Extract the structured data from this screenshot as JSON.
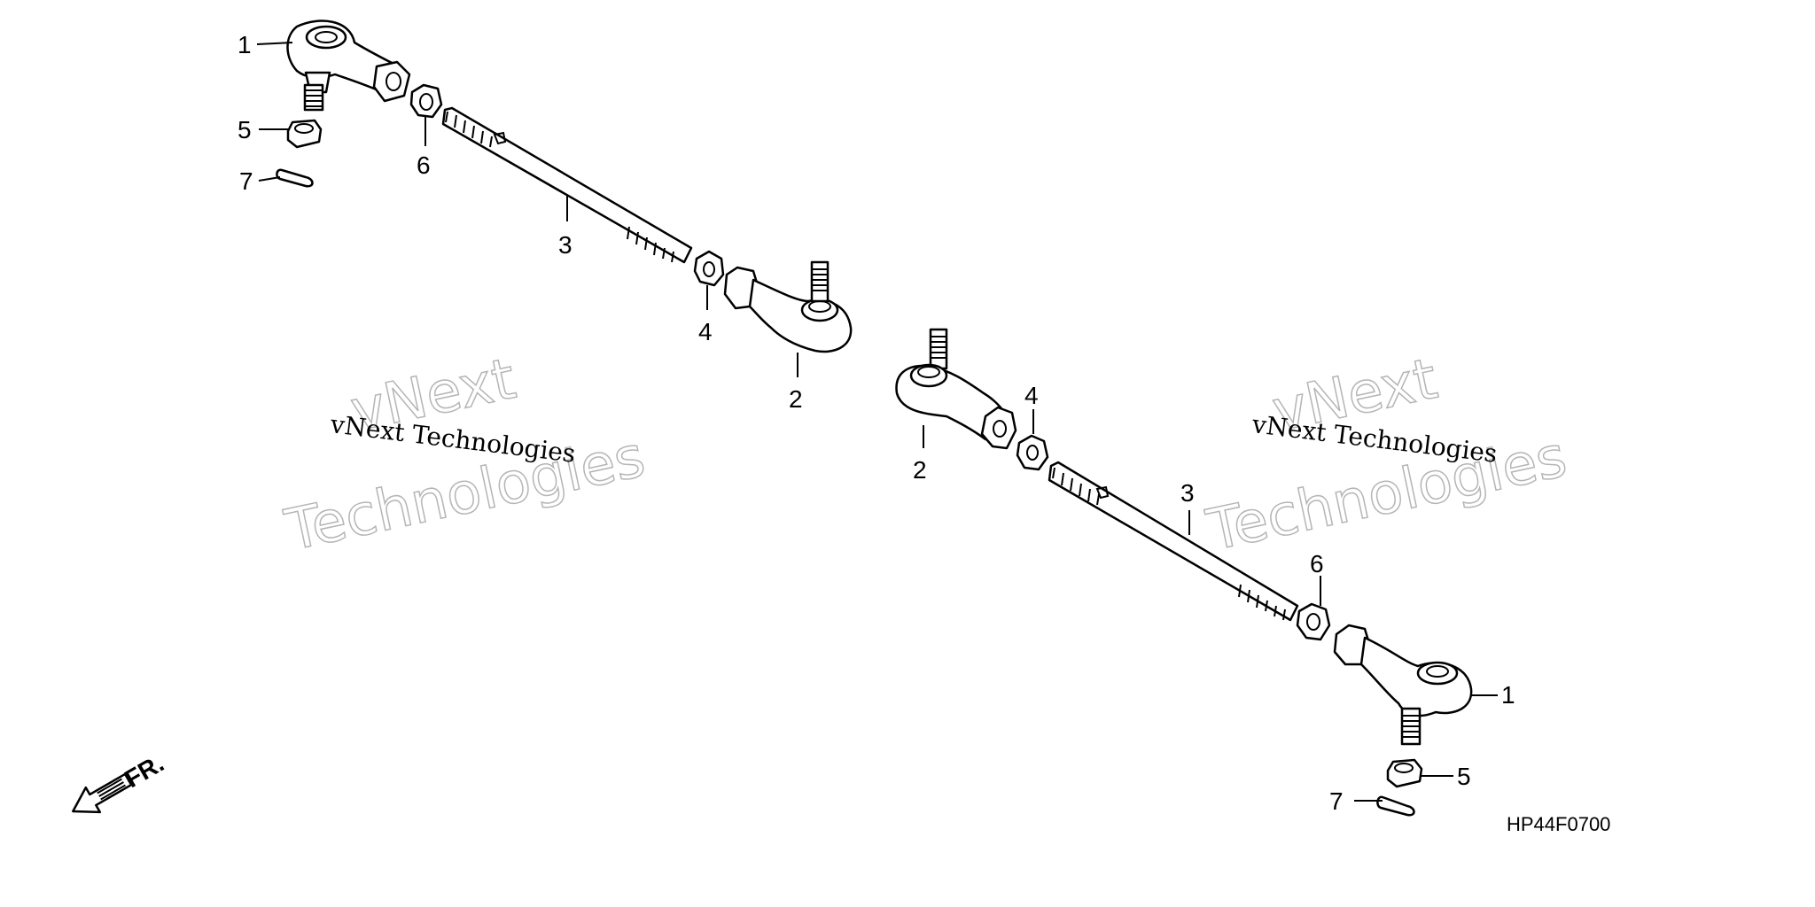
{
  "diagram": {
    "figure_code": "HP44F0700",
    "direction_label": "FR.",
    "watermark": {
      "line_small": "vNext Technologies",
      "line_big_1": "vNext",
      "line_big_2": "Technologies"
    },
    "callouts": {
      "left": [
        "1",
        "5",
        "7",
        "6",
        "3",
        "4",
        "2"
      ],
      "right": [
        "2",
        "4",
        "3",
        "6",
        "1",
        "5",
        "7"
      ]
    }
  }
}
